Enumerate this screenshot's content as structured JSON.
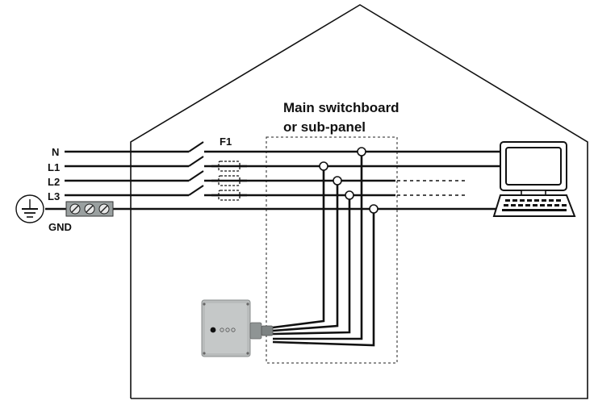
{
  "labels": {
    "panel_title_line1": "Main switchboard",
    "panel_title_line2": "or sub-panel",
    "fuse": "F1",
    "neutral": "N",
    "phase1": "L1",
    "phase2": "L2",
    "phase3": "L3",
    "ground": "GND"
  },
  "icons": {
    "earth": "earth-ground-icon",
    "computer": "computer-icon",
    "device": "monitoring-device-icon"
  },
  "colors": {
    "line": "#111111",
    "device_body": "#b9bcbc",
    "terminal_block": "#9aa0a0"
  }
}
